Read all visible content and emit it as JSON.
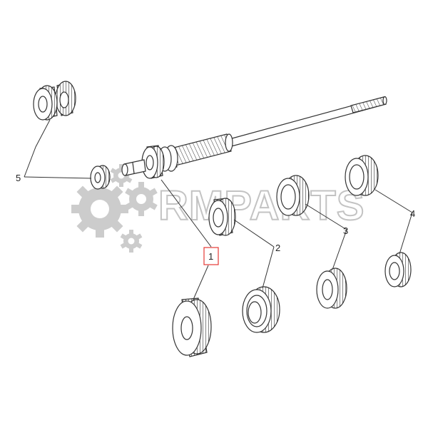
{
  "watermark": {
    "text": "RMPARTS",
    "color": "#bdbdbd"
  },
  "colors": {
    "line": "#333333",
    "highlight": "#e53935",
    "background": "#ffffff"
  },
  "callouts": [
    {
      "id": "1",
      "label": "1",
      "highlighted": true
    },
    {
      "id": "2",
      "label": "2",
      "highlighted": false
    },
    {
      "id": "3",
      "label": "3",
      "highlighted": false
    },
    {
      "id": "4",
      "label": "4",
      "highlighted": false
    },
    {
      "id": "5",
      "label": "5",
      "highlighted": false
    }
  ]
}
